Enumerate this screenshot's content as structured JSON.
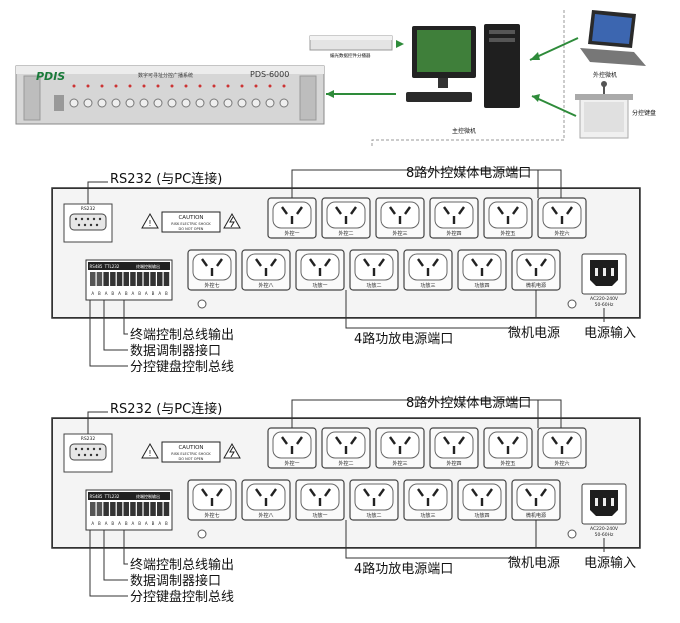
{
  "device": {
    "brand": "PDIS",
    "model": "PDS-6000",
    "subtitle": "数字可寻址分控广播系统"
  },
  "devices_top": {
    "converter_label": "编光数据控件分播器",
    "main_pc_label": "主控微机",
    "laptop_label": "外控微机",
    "keyboard_label": "分控键盘"
  },
  "labels": {
    "rs232": "RS232 (与PC连接)",
    "media_ports": "8路外控媒体电源端口",
    "terminal_bus": "终端控制总线输出",
    "modem_port": "数据调制器接口",
    "keyboard_bus": "分控键盘控制总线",
    "amp_ports": "4路功放电源端口",
    "pc_power": "微机电源",
    "power_input": "电源输入"
  },
  "panel_text": {
    "caution_title": "CAUTION",
    "caution_line1": "RISK ELECTRIC SHOCK",
    "caution_line2": "DO NOT OPEN",
    "rs232_port": "RS232",
    "rs485": "RS485",
    "ttl": "TTL232",
    "terminal_ctrl": "终端控制输出",
    "power_rating1": "AC220-240V",
    "power_rating2": "50-60Hz",
    "terminal_pins": [
      "A",
      "B",
      "A",
      "B",
      "A",
      "B",
      "A",
      "B",
      "A",
      "B",
      "A",
      "B"
    ]
  },
  "sockets_top": [
    "外控一",
    "外控二",
    "外控三",
    "外控四",
    "外控五",
    "外控六"
  ],
  "sockets_bottom": [
    "外控七",
    "外控八",
    "功放一",
    "功放二",
    "功放三",
    "功放四",
    "微机电源"
  ],
  "colors": {
    "arrow": "#2e8b3a",
    "rack": "#d8d8d8",
    "brand": "#1a7a3a"
  }
}
